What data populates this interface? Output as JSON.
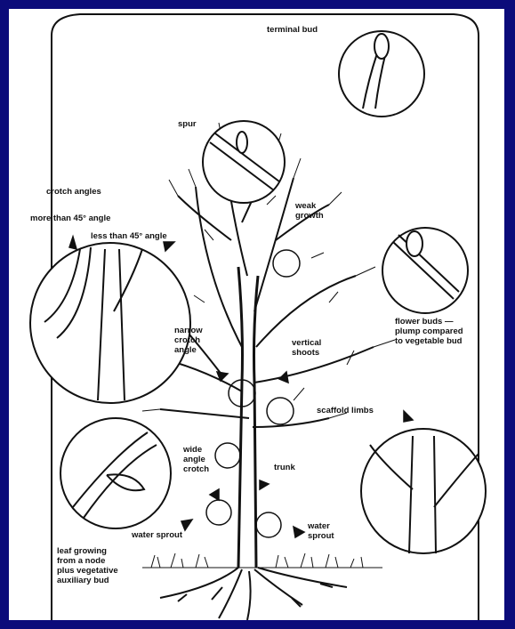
{
  "labels": {
    "terminal_bud": "terminal bud",
    "spur": "spur",
    "crotch_angles": "crotch angles",
    "more_than_45": "more than 45° angle",
    "less_than_45": "less than 45° angle",
    "weak_growth": "weak\ngrowth",
    "flower_buds": "flower buds —\nplump compared\nto vegetable bud",
    "narrow_crotch_angle": "narrow\ncrotch\nangle",
    "vertical_shoots": "vertical\nshoots",
    "scaffold_limbs": "scaffold limbs",
    "wide_angle_crotch": "wide\nangle\ncrotch",
    "trunk": "trunk",
    "water_sprout_left": "water sprout",
    "water_sprout_right": "water\nsprout",
    "leaf_growing": "leaf growing\nfrom a node\nplus vegetative\nauxiliary bud"
  },
  "colors": {
    "border": "#0b0b7a",
    "background": "#ffffff",
    "ink": "#111111"
  }
}
